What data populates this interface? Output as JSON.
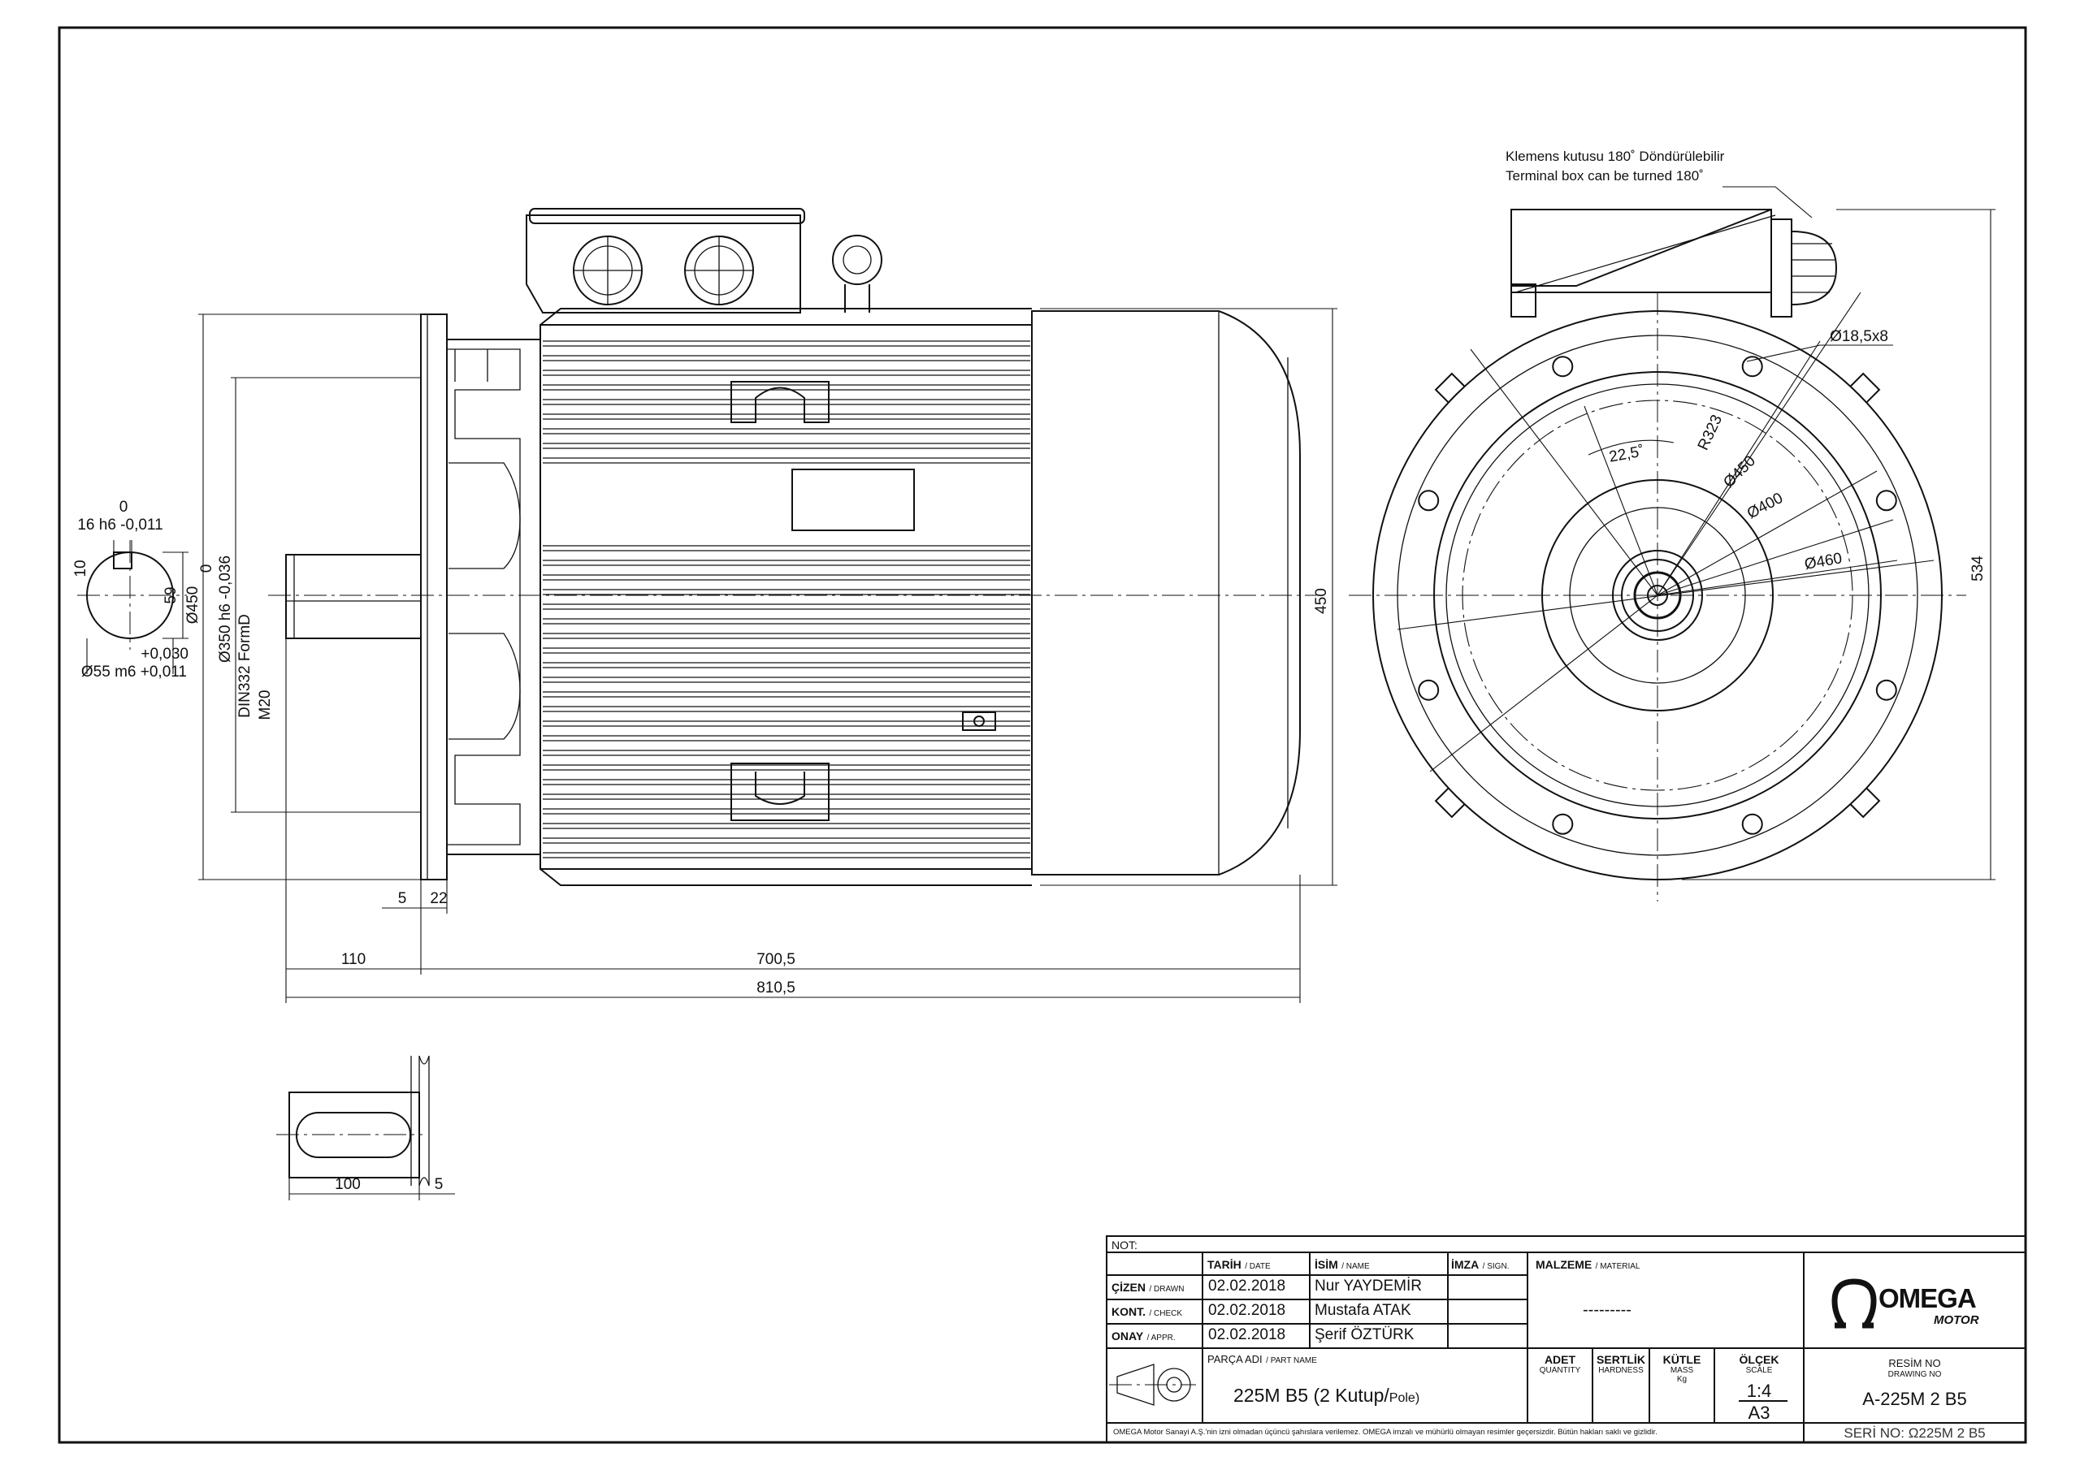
{
  "annotations": {
    "terminal_note_tr": "Klemens kutusu 180˚ Döndürülebilir",
    "terminal_note_en": "Terminal box can be turned 180˚"
  },
  "dimensions": {
    "key_width_top": "0",
    "key_width": "16 h6 -0,011",
    "key_depth": "10",
    "key_height": "59",
    "shaft_diameter_tol_upper": "+0,030",
    "shaft_diameter": "Ø55 m6 +0,011",
    "flange_diameter": "Ø450",
    "spigot_tol_top": "0",
    "spigot_diameter": "Ø350 h6 -0,036",
    "flange_standard": "DIN332 FormD",
    "thread": "M20",
    "overall_height": "450",
    "flange_gap": "5",
    "flange_thickness": "22",
    "shaft_length": "110",
    "body_length": "700,5",
    "total_length": "810,5",
    "key_length": "100",
    "key_offset": "5",
    "holes": "Ø18,5x8",
    "angle": "22,5˚",
    "radius": "R323",
    "pcd_450": "Ø450",
    "pcd_400": "Ø400",
    "pcd_460": "Ø460",
    "end_height": "534"
  },
  "title_block": {
    "note_label": "NOT:",
    "col_date": "TARİH",
    "col_date_en": "/ DATE",
    "col_name": "İSİM",
    "col_name_en": "/ NAME",
    "col_sign": "İMZA",
    "col_sign_en": "/ SIGN.",
    "material_label": "MALZEME",
    "material_label_en": "/ MATERIAL",
    "material_value": "---------",
    "rows": [
      {
        "label": "ÇİZEN",
        "label_en": "/ DRAWN",
        "date": "02.02.2018",
        "name": "Nur YAYDEMİR"
      },
      {
        "label": "KONT.",
        "label_en": "/ CHECK",
        "date": "02.02.2018",
        "name": "Mustafa ATAK"
      },
      {
        "label": "ONAY",
        "label_en": "/ APPR.",
        "date": "02.02.2018",
        "name": "Şerif ÖZTÜRK"
      }
    ],
    "part_label": "PARÇA ADI",
    "part_label_en": "/ PART NAME",
    "part_name": "225M B5 (2 Kutup/",
    "part_name_small": "Pole)",
    "qty_label": "ADET",
    "qty_label_en": "QUANTITY",
    "hardness_label": "SERTLİK",
    "hardness_label_en": "HARDNESS",
    "mass_label": "KÜTLE",
    "mass_label_en": "MASS",
    "mass_unit": "Kg",
    "scale_label": "ÖLÇEK",
    "scale_label_en": "SCALE",
    "scale_value": "1:4",
    "sheet_size": "A3",
    "drawing_no_label": "RESİM NO",
    "drawing_no_label_en": "DRAWING NO",
    "drawing_no": "A-225M 2 B5",
    "serial_no": "SERİ NO: Ω225M 2 B5",
    "brand_name": "OMEGA",
    "brand_sub": "MOTOR",
    "disclaimer": "OMEGA Motor Sanayi A.Ş.'nin izni olmadan üçüncü şahıslara verilemez. OMEGA imzalı ve mühürlü olmayan resimler geçersizdir. Bütün hakları saklı ve gizlidir."
  }
}
